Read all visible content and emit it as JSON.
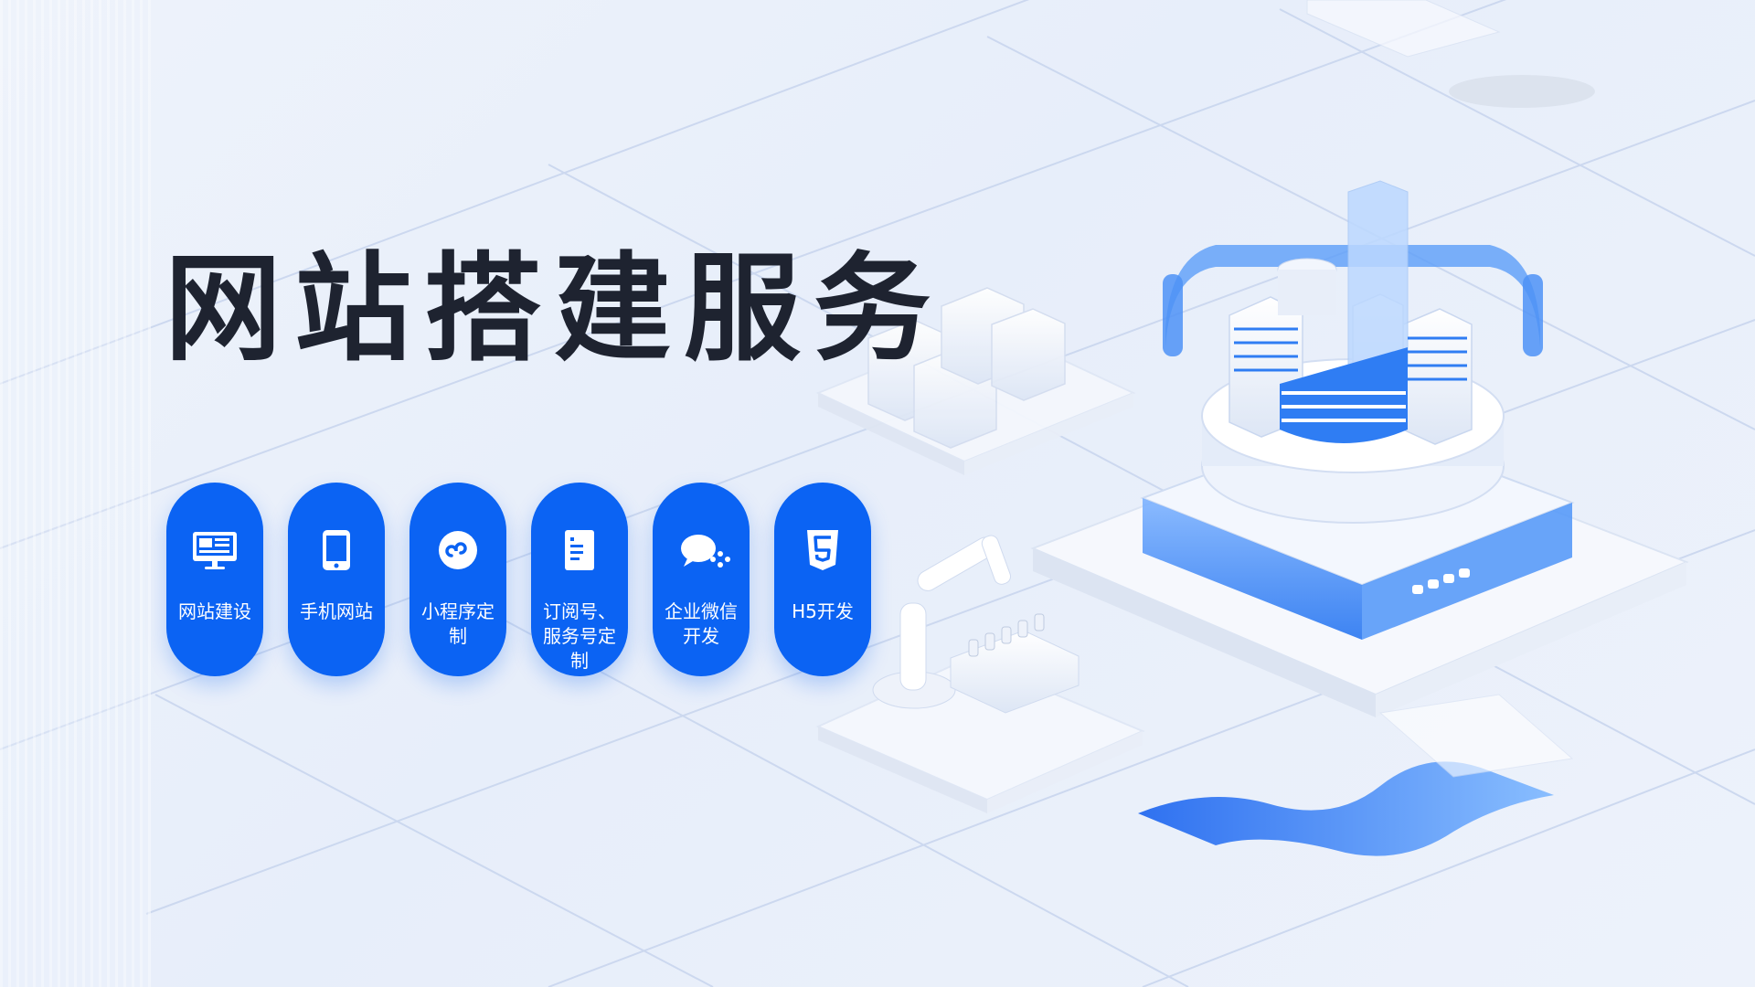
{
  "headline": "网站搭建服务",
  "colors": {
    "accent": "#0b63f3",
    "title": "#1e2330",
    "background": "#eaf0fa"
  },
  "services": [
    {
      "label": "网站建设",
      "icon": "monitor-icon"
    },
    {
      "label": "手机网站",
      "icon": "mobile-phone-icon"
    },
    {
      "label": "小程序定制",
      "icon": "mini-program-icon"
    },
    {
      "label": "订阅号、服务号定制",
      "icon": "document-icon"
    },
    {
      "label": "企业微信开发",
      "icon": "wechat-work-icon"
    },
    {
      "label": "H5开发",
      "icon": "html5-icon"
    }
  ]
}
